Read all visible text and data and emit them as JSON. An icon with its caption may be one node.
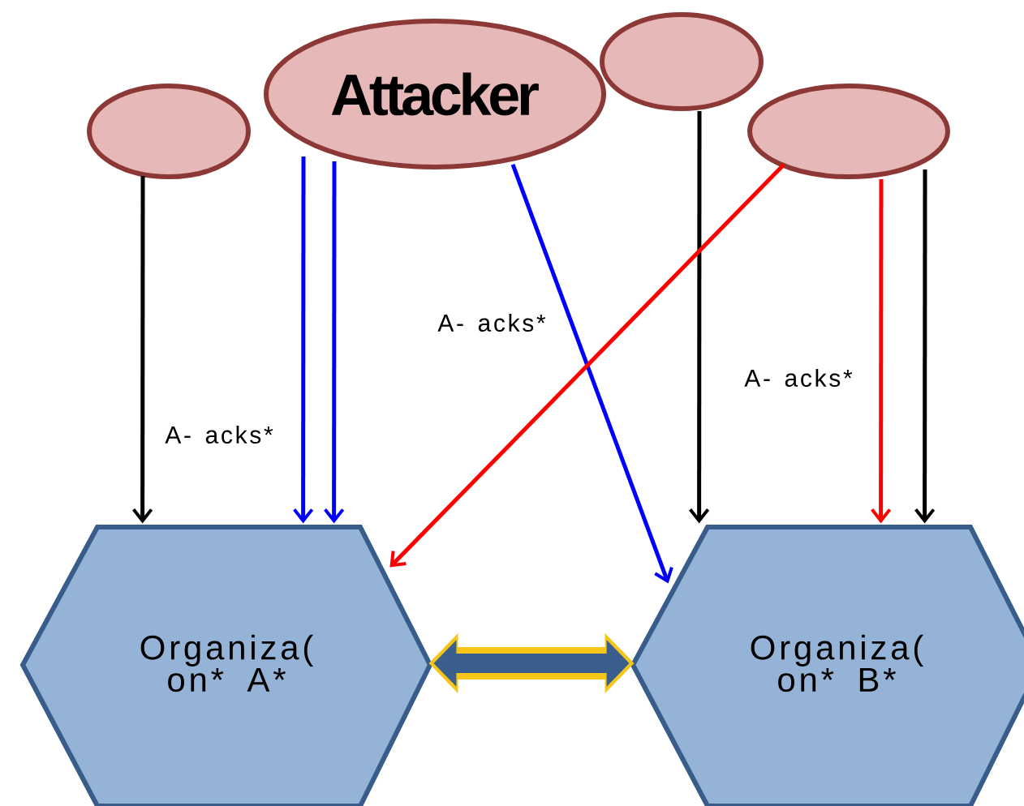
{
  "diagram": {
    "nodes": [
      {
        "text": [],
        "shape": "circle"
      },
      {
        "text": [
          "Attacker"
        ]
      },
      {
        "text": [],
        "shape": "circle"
      },
      {
        "text": [],
        "shape": "circle"
      },
      {
        "text": [
          "Organiza( on* A*"
        ]
      },
      {
        "text": [
          "Organiza( on* B*"
        ]
      }
    ],
    "edges": [
      {
        "from": 0,
        "to": 4,
        "arrow": "to"
      },
      {
        "from": 1,
        "to": 4,
        "arrow": "to",
        "color": "#0000ff"
      },
      {
        "from": 1,
        "to": 4,
        "arrow": "to",
        "color": "#0000ff"
      },
      {
        "from": 1,
        "to": 5,
        "arrow": "to",
        "color": "#0000ff"
      },
      {
        "from": 2,
        "to": 5,
        "arrow": "to"
      },
      {
        "from": 3,
        "to": 4,
        "arrow": "to",
        "color": "#ff0000"
      },
      {
        "from": 3,
        "to": 5,
        "arrow": "to",
        "color": "#ff0000"
      },
      {
        "from": 3,
        "to": 5,
        "arrow": "to"
      },
      {
        "from": 4,
        "to": 5,
        "arrow": "both",
        "style": "thick",
        "color": "#3a5f8f"
      }
    ],
    "labels": [
      "A- acks*",
      "A- acks*",
      "A- acks*"
    ]
  }
}
